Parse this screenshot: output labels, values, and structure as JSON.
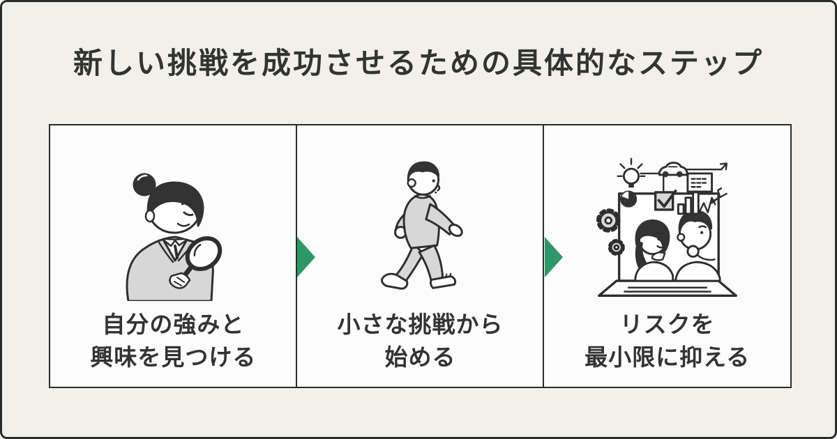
{
  "page": {
    "title": "新しい挑戦を成功させるための具体的なステップ"
  },
  "colors": {
    "background": "#f2f0eb",
    "panel_background": "#fcfcfc",
    "frame_border": "#2b2b2b",
    "text": "#333333",
    "accent_green": "#2d9768",
    "illustration_gray": "#d7d7d7"
  },
  "steps": [
    {
      "caption_line1": "自分の強みと",
      "caption_line2": "興味を見つける",
      "illustration": "woman-with-magnifying-glass-illustration"
    },
    {
      "caption_line1": "小さな挑戦から",
      "caption_line2": "始める",
      "illustration": "person-walking-illustration"
    },
    {
      "caption_line1": "リスクを",
      "caption_line2": "最小限に抑える",
      "illustration": "two-people-laptop-idea-icons-illustration"
    }
  ],
  "arrow_icon": "right-triangle-arrow"
}
